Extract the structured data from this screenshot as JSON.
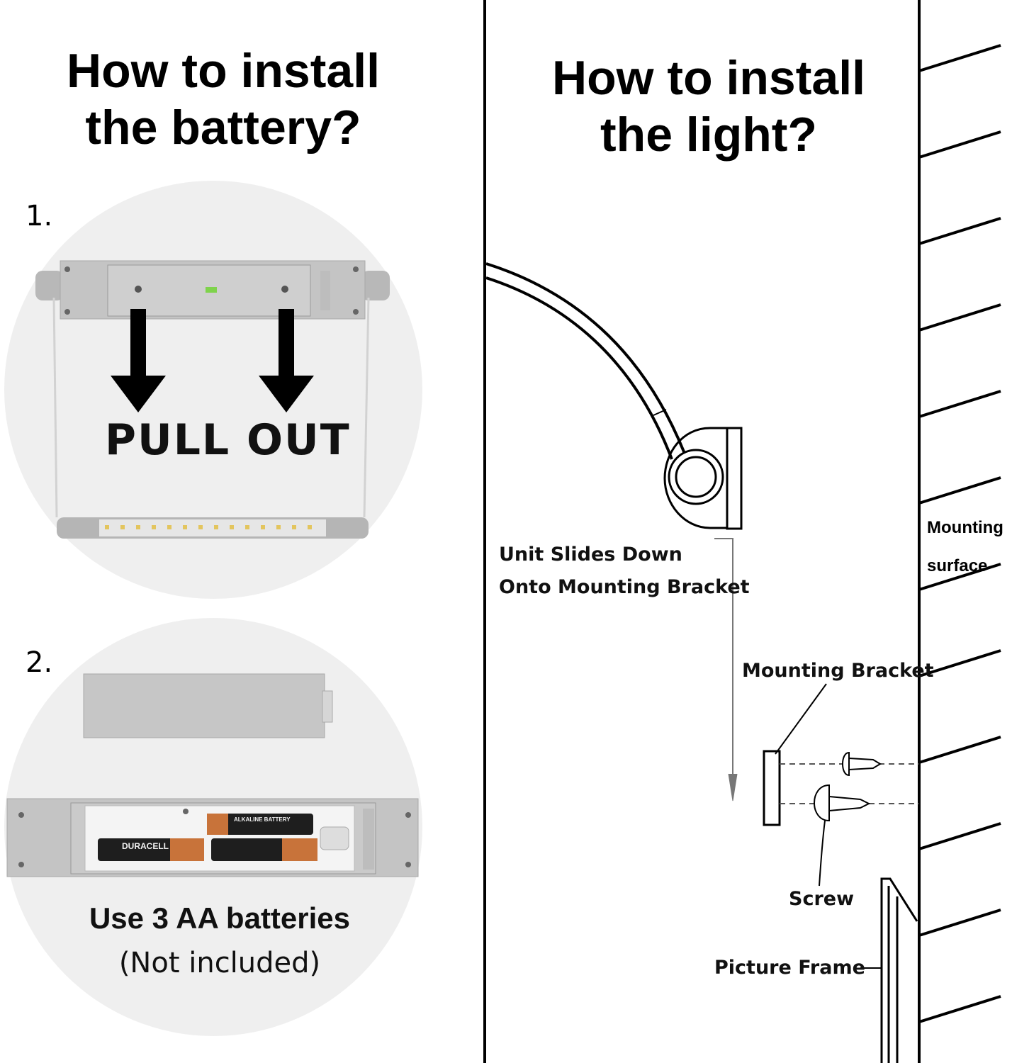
{
  "battery": {
    "title_line1": "How to install",
    "title_line2": "the battery?",
    "step1": "1.",
    "step2": "2.",
    "pull_out": "PULL OUT",
    "note_line1": "Use 3 AA batteries",
    "note_line2": "(Not included)",
    "battery_brand": "DURACELL",
    "battery_type": "ALKALINE BATTERY"
  },
  "light": {
    "title_line1": "How to install",
    "title_line2": "the light?",
    "slide_line1": "Unit Slides Down",
    "slide_line2": "Onto Mounting Bracket",
    "bracket": "Mounting Bracket",
    "screw": "Screw",
    "frame": "Picture Frame",
    "surface_line1": "Mounting",
    "surface_line2": "surface"
  },
  "colors": {
    "background": "#ffffff",
    "photo_circle": "#efefef",
    "housing": "#c4c4c4",
    "ink": "#000000",
    "battery_copper": "#c8733a"
  }
}
